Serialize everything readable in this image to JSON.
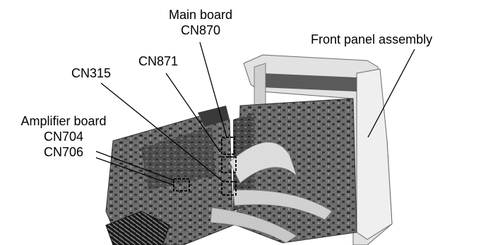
{
  "labels": {
    "main_board": "Main board",
    "cn870": "CN870",
    "front_panel": "Front panel assembly",
    "cn871": "CN871",
    "cn315": "CN315",
    "amplifier_board": "Amplifier board",
    "cn704": "CN704",
    "cn706": "CN706"
  }
}
